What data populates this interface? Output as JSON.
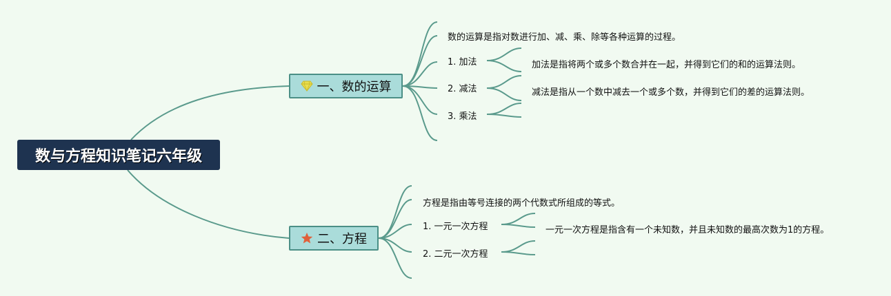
{
  "root": {
    "title": "数与方程知识笔记六年级"
  },
  "branch1": {
    "title": "一、数的运算",
    "icon": "diamond-icon",
    "icon_color": "#e2d94a",
    "desc": "数的运算是指对数进行加、减、乘、除等各种运算的过程。",
    "items": [
      {
        "label": "1. 加法",
        "desc": "加法是指将两个或多个数合并在一起，并得到它们的和的运算法则。"
      },
      {
        "label": "2. 减法",
        "desc": "减法是指从一个数中减去一个或多个数，并得到它们的差的运算法则。"
      },
      {
        "label": "3. 乘法",
        "desc": ""
      }
    ]
  },
  "branch2": {
    "title": "二、方程",
    "icon": "star-icon",
    "icon_color": "#e0603a",
    "desc": "方程是指由等号连接的两个代数式所组成的等式。",
    "items": [
      {
        "label": "1. 一元一次方程",
        "desc": "一元一次方程是指含有一个未知数，并且未知数的最高次数为1的方程。"
      },
      {
        "label": "2. 二元一次方程",
        "desc": ""
      }
    ]
  },
  "colors": {
    "background": "#f1faf1",
    "root_fill": "#1e3350",
    "branch_fill": "#aadcda",
    "line": "#5a9a8c"
  }
}
